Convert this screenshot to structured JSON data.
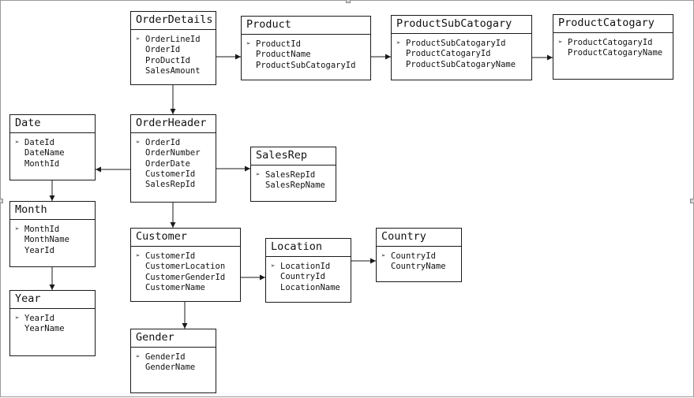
{
  "entities": {
    "order_details": {
      "title": "OrderDetails",
      "fields": [
        "OrderLineId",
        "OrderId",
        "ProDuctId",
        "SalesAmount"
      ]
    },
    "product": {
      "title": "Product",
      "fields": [
        "ProductId",
        "ProductName",
        "ProductSubCatogaryId"
      ]
    },
    "product_sub": {
      "title": "ProductSubCatogary",
      "fields": [
        "ProductSubCatogaryId",
        "ProductCatogaryId",
        "ProductSubCatogaryName"
      ]
    },
    "product_cat": {
      "title": "ProductCatogary",
      "fields": [
        "ProductCatogaryId",
        "ProductCatogaryName"
      ]
    },
    "date": {
      "title": "Date",
      "fields": [
        "DateId",
        "DateName",
        "MonthId"
      ]
    },
    "order_header": {
      "title": "OrderHeader",
      "fields": [
        "OrderId",
        "OrderNumber",
        "OrderDate",
        "CustomerId",
        "SalesRepId"
      ]
    },
    "sales_rep": {
      "title": "SalesRep",
      "fields": [
        "SalesRepId",
        "SalesRepName"
      ]
    },
    "month": {
      "title": "Month",
      "fields": [
        "MonthId",
        "MonthName",
        "YearId"
      ]
    },
    "customer": {
      "title": "Customer",
      "fields": [
        "CustomerId",
        "CustomerLocation",
        "CustomerGenderId",
        "CustomerName"
      ]
    },
    "location": {
      "title": "Location",
      "fields": [
        "LocationId",
        "CountryId",
        "LocationName"
      ]
    },
    "country": {
      "title": "Country",
      "fields": [
        "CountryId",
        "CountryName"
      ]
    },
    "year": {
      "title": "Year",
      "fields": [
        "YearId",
        "YearName"
      ]
    },
    "gender": {
      "title": "Gender",
      "fields": [
        "GenderId",
        "GenderName"
      ]
    }
  },
  "relationships": [
    {
      "from": "order_details",
      "to": "product"
    },
    {
      "from": "product",
      "to": "product_sub"
    },
    {
      "from": "product_sub",
      "to": "product_cat"
    },
    {
      "from": "order_details",
      "to": "order_header"
    },
    {
      "from": "order_header",
      "to": "date"
    },
    {
      "from": "order_header",
      "to": "sales_rep"
    },
    {
      "from": "order_header",
      "to": "customer"
    },
    {
      "from": "date",
      "to": "month"
    },
    {
      "from": "month",
      "to": "year"
    },
    {
      "from": "customer",
      "to": "location"
    },
    {
      "from": "location",
      "to": "country"
    },
    {
      "from": "customer",
      "to": "gender"
    }
  ],
  "colors": {
    "line": "#1a1a1a",
    "box_border": "#1a1a1a",
    "background": "#ffffff",
    "text": "#111111"
  },
  "icons": {
    "field_bullet": "arrowhead-bullet-icon"
  }
}
